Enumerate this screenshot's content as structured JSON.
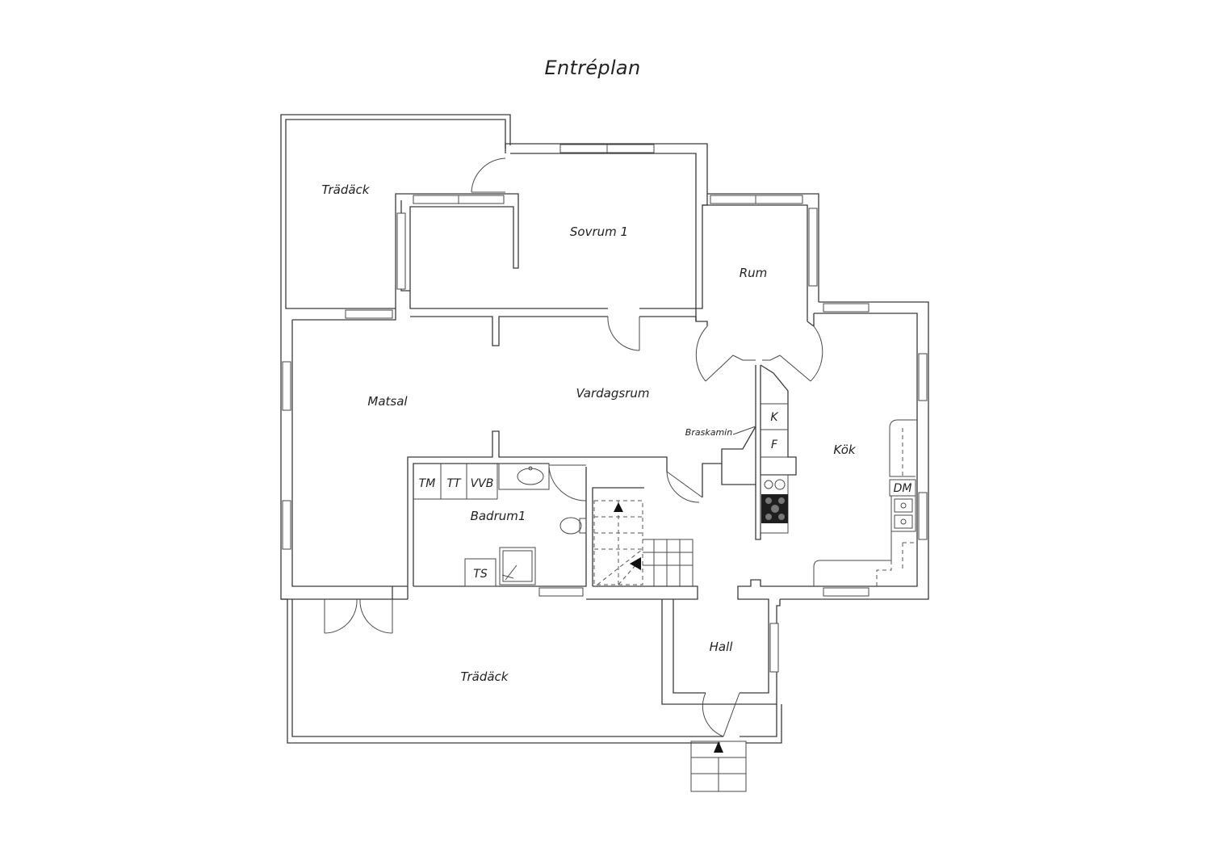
{
  "title": "Entréplan",
  "rooms": {
    "tradack_top": "Trädäck",
    "sovrum1": "Sovrum 1",
    "rum": "Rum",
    "matsal": "Matsal",
    "vardagsrum": "Vardagsrum",
    "kok": "Kök",
    "badrum1": "Badrum1",
    "hall": "Hall",
    "tradack_bottom": "Trädäck"
  },
  "fixtures": {
    "braskamin": "Braskamin",
    "k": "K",
    "f": "F",
    "tm": "TM",
    "tt": "TT",
    "vvb": "VVB",
    "ts": "TS",
    "dm": "DM"
  }
}
